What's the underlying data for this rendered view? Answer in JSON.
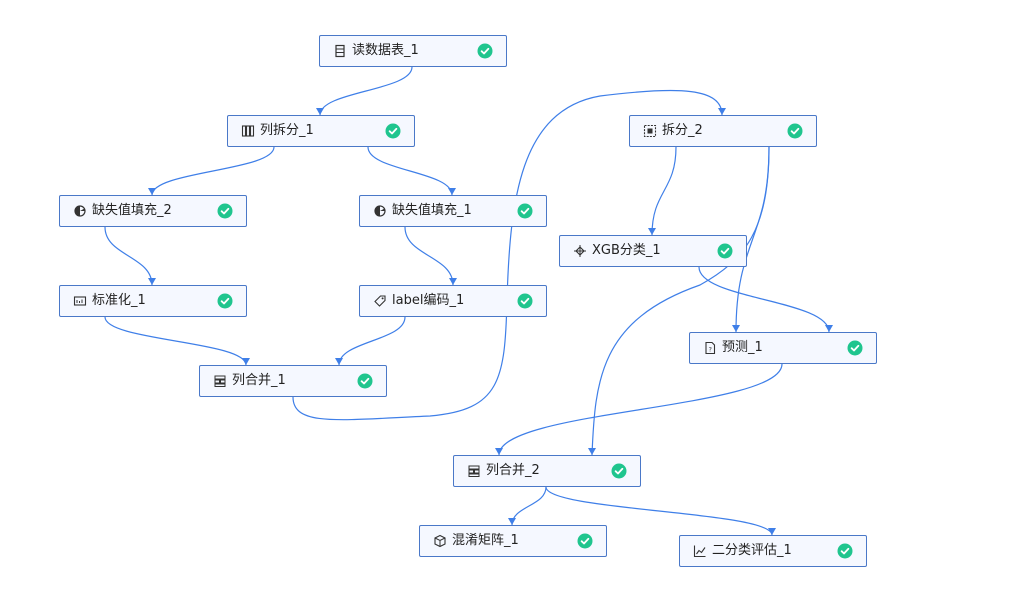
{
  "colors": {
    "edge": "#3f7fe8",
    "node_border": "#4a78c8",
    "node_fill": "#f5f8ff",
    "status_success": "#1fc58e"
  },
  "nodes": [
    {
      "id": "n1",
      "label": "读数据表_1",
      "icon": "table-icon",
      "status": "success"
    },
    {
      "id": "n2",
      "label": "列拆分_1",
      "icon": "column-split-icon",
      "status": "success"
    },
    {
      "id": "n3",
      "label": "缺失值填充_2",
      "icon": "half-circle-icon",
      "status": "success"
    },
    {
      "id": "n4",
      "label": "缺失值填充_1",
      "icon": "half-circle-icon",
      "status": "success"
    },
    {
      "id": "n5",
      "label": "标准化_1",
      "icon": "normalize-icon",
      "status": "success"
    },
    {
      "id": "n6",
      "label": "label编码_1",
      "icon": "tag-icon",
      "status": "success"
    },
    {
      "id": "n7",
      "label": "列合并_1",
      "icon": "merge-icon",
      "status": "success"
    },
    {
      "id": "n8",
      "label": "拆分_2",
      "icon": "split-icon",
      "status": "success"
    },
    {
      "id": "n9",
      "label": "XGB分类_1",
      "icon": "model-icon",
      "status": "success"
    },
    {
      "id": "n10",
      "label": "预测_1",
      "icon": "predict-icon",
      "status": "success"
    },
    {
      "id": "n11",
      "label": "列合并_2",
      "icon": "merge-icon",
      "status": "success"
    },
    {
      "id": "n12",
      "label": "混淆矩阵_1",
      "icon": "cube-icon",
      "status": "success"
    },
    {
      "id": "n13",
      "label": "二分类评估_1",
      "icon": "line-chart-icon",
      "status": "success"
    }
  ],
  "edges": [
    {
      "from": "n1",
      "to": "n2"
    },
    {
      "from": "n2",
      "to": "n3"
    },
    {
      "from": "n2",
      "to": "n4"
    },
    {
      "from": "n3",
      "to": "n5"
    },
    {
      "from": "n4",
      "to": "n6"
    },
    {
      "from": "n5",
      "to": "n7"
    },
    {
      "from": "n6",
      "to": "n7"
    },
    {
      "from": "n7",
      "to": "n8"
    },
    {
      "from": "n8",
      "to": "n9"
    },
    {
      "from": "n8",
      "to": "n10"
    },
    {
      "from": "n8",
      "to": "n11"
    },
    {
      "from": "n9",
      "to": "n10"
    },
    {
      "from": "n10",
      "to": "n11"
    },
    {
      "from": "n11",
      "to": "n12"
    },
    {
      "from": "n11",
      "to": "n13"
    }
  ]
}
